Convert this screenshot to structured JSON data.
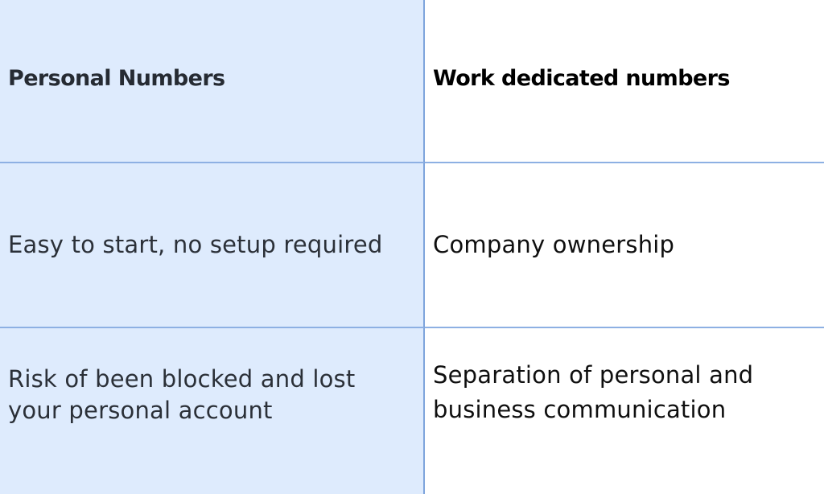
{
  "table": {
    "columns": [
      {
        "header": "Personal Numbers",
        "background": "#deebfd"
      },
      {
        "header": "Work dedicated numbers",
        "background": "#ffffff"
      }
    ],
    "rows": [
      {
        "personal": "Easy to start, no setup required",
        "work": "Company ownership"
      },
      {
        "personal": "Risk of been blocked and lost your personal account",
        "work": "Separation of personal and business communication"
      }
    ],
    "colors": {
      "left_column_bg": "#deebfd",
      "divider": "#8db0e3",
      "text_dark": "#262b33"
    }
  }
}
